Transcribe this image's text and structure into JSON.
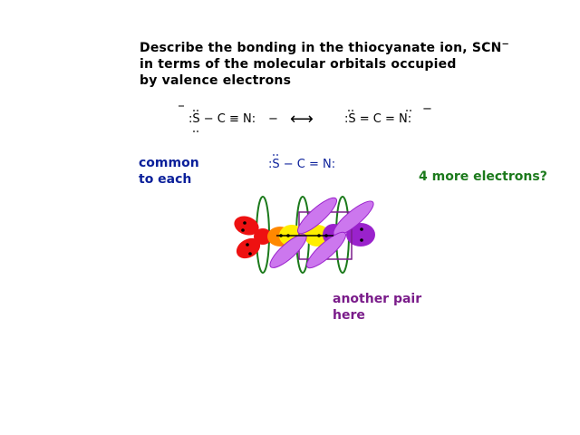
{
  "question": {
    "line1": "Describe the bonding in the thiocyanate ion, SCN",
    "line1_sup": "−",
    "line2": "in terms of the molecular orbitals occupied",
    "line3": "by valence electrons"
  },
  "resonance": {
    "left_structure": ":S − C ≡ N:",
    "left_charge": "−",
    "right_structure": ":S = C = N:",
    "right_charge": "−",
    "arrow": "⟷"
  },
  "common_structure": ":S − C = N:",
  "labels": {
    "common": [
      "common",
      "to each"
    ],
    "more_electrons": "4 more electrons?",
    "another_pair": [
      "another pair",
      "here"
    ]
  },
  "colors": {
    "sulfur": "#ee1111",
    "carbon_orange": "#ff8800",
    "carbon_yellow": "#ffee00",
    "nitrogen": "#9a22cc",
    "pi_lobe": "#cc77ee",
    "pi_ring": "#1c7a1c",
    "bond_frame": "#7a1c8a"
  }
}
